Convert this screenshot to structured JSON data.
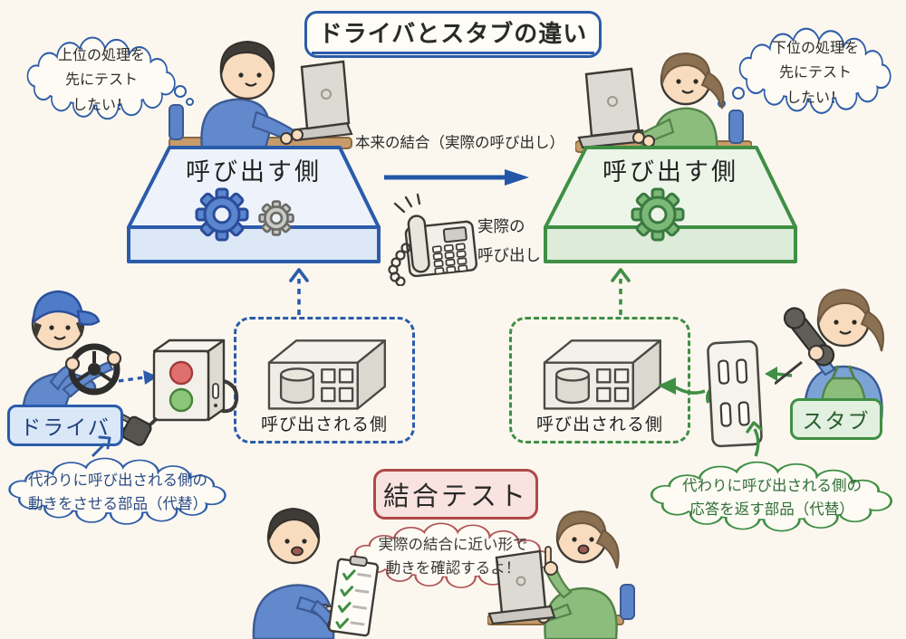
{
  "title": "ドライバとスタブの違い",
  "thoughts": {
    "left": [
      "上位の処理を",
      "先にテスト",
      "したい！"
    ],
    "right": [
      "下位の処理を",
      "先にテスト",
      "したい！"
    ]
  },
  "center": {
    "arrow_label": "本来の結合（実際の呼び出し）",
    "phone_caption": [
      "実際の",
      "呼び出し"
    ]
  },
  "platforms": {
    "left_label": "呼び出す側",
    "right_label": "呼び出す側"
  },
  "called_boxes": {
    "left_label": "呼び出される側",
    "right_label": "呼び出される側"
  },
  "tags": {
    "driver": "ドライバ",
    "stub": "スタブ",
    "integration": "結合テスト"
  },
  "notes": {
    "driver": [
      "代わりに呼び出される側の",
      "動きをさせる部品（代替）"
    ],
    "stub": [
      "代わりに呼び出される側の",
      "応答を返す部品（代替）"
    ],
    "integration": [
      "実際の結合に近い形で",
      "動きを確認するよ！"
    ]
  },
  "colors": {
    "blue": "#2b5cab",
    "green": "#3f8f44",
    "red": "#b04848",
    "background": "#fbf7ef"
  }
}
